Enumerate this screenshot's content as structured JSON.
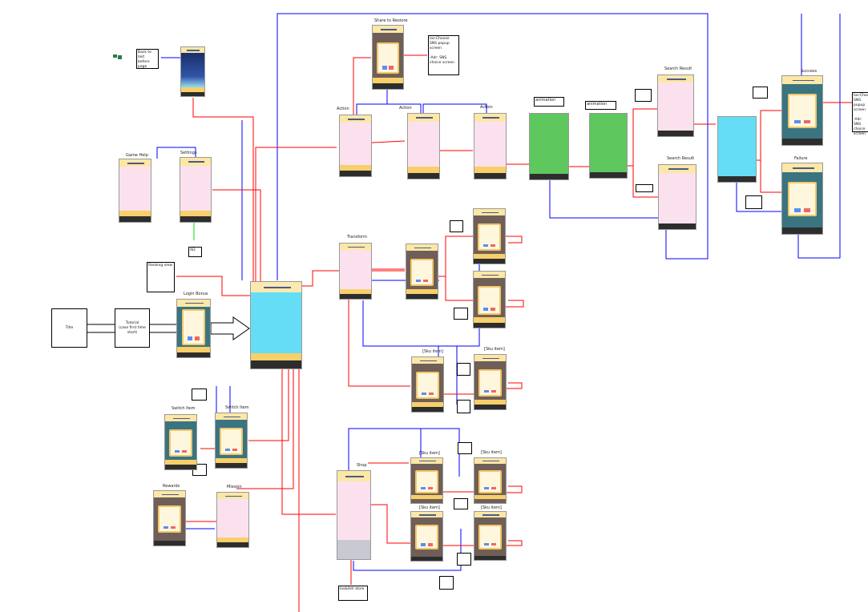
{
  "labels": {
    "title": "Title",
    "tutorial": "Tutorial\n(case first time start)",
    "login_bonus": "Login Bonus",
    "ranking_view": "Ranking view",
    "ad": "AD",
    "game_help": "Game Help",
    "settings": "Settings",
    "back_to_last": "Back to last before page",
    "share_to_restore": "Share to Restore",
    "sns_popup": "Ios:Choose SNS popup screen\n\n-Adr: SNS choice screen",
    "sns_popup_right": "Ios:Choose SNS popup screen\n\n-Adr: SNS choice screen",
    "action_1": "Action",
    "action_2": "Action",
    "action_3": "Action",
    "animation_1": "animation",
    "animation_2": "animation",
    "search_result_1": "Search Result",
    "search_result_2": "Search Result",
    "success": "Success",
    "failure": "Failure",
    "transform": "Transform",
    "sku_item": "[Sku item]",
    "switch_item": "Switch Item",
    "rewards": "Rewards",
    "mission": "Mission",
    "shop": "Shop",
    "store": "Ios&Adr store"
  },
  "colors": {
    "red_flow": "#ff0000",
    "blue_flow": "#0000ff",
    "green_flow": "#00dd00"
  }
}
